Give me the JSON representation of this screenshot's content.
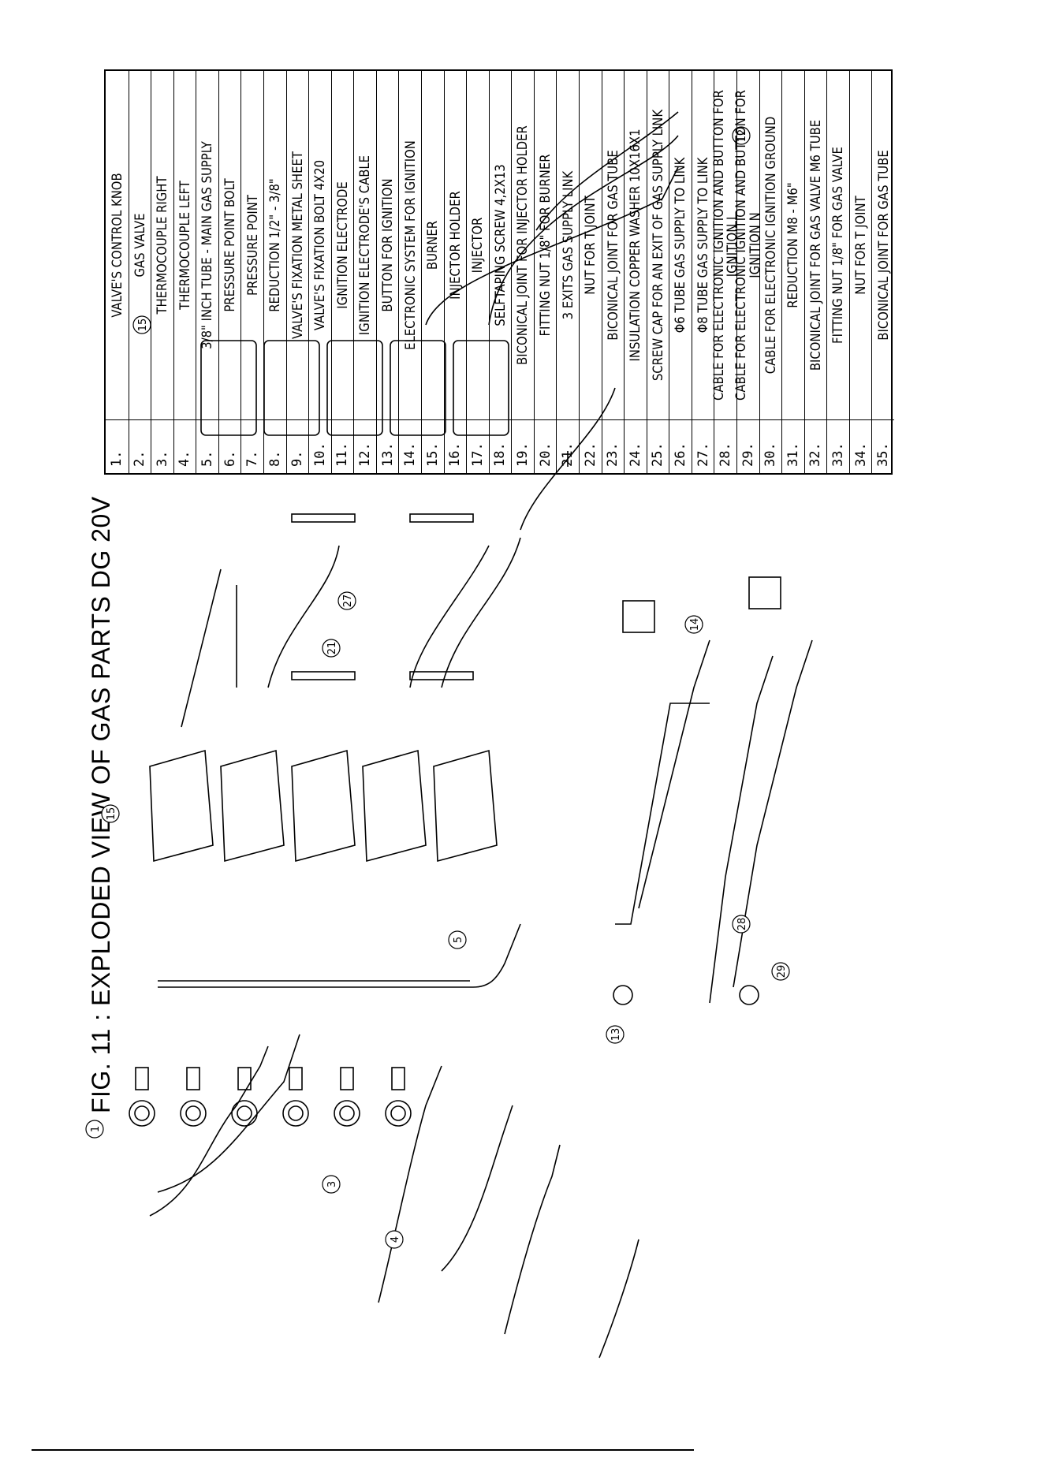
{
  "figure": {
    "title": "FIG. 11 : EXPLODED VIEW OF GAS PARTS DG 20V"
  },
  "parts": [
    {
      "num": "1.",
      "desc": "VALVE'S CONTROL KNOB"
    },
    {
      "num": "2.",
      "desc": "GAS VALVE"
    },
    {
      "num": "3.",
      "desc": "THERMOCOUPLE RIGHT"
    },
    {
      "num": "4.",
      "desc": "THERMOCOUPLE LEFT"
    },
    {
      "num": "5.",
      "desc": "3/8\" INCH TUBE - MAIN GAS SUPPLY"
    },
    {
      "num": "6.",
      "desc": "PRESSURE POINT BOLT"
    },
    {
      "num": "7.",
      "desc": "PRESSURE POINT"
    },
    {
      "num": "8.",
      "desc": "REDUCTION 1/2\" - 3/8\""
    },
    {
      "num": "9.",
      "desc": "VALVE'S FIXATION METAL SHEET"
    },
    {
      "num": "10.",
      "desc": "VALVE'S FIXATION BOLT 4X20"
    },
    {
      "num": "11.",
      "desc": "IGNITION ELECTRODE"
    },
    {
      "num": "12.",
      "desc": "IGNITION ELECTRODE'S CABLE"
    },
    {
      "num": "13.",
      "desc": "BUTTON FOR IGNITION"
    },
    {
      "num": "14.",
      "desc": "ELECTRONIC SYSTEM FOR IGNITION"
    },
    {
      "num": "15.",
      "desc": "BURNER"
    },
    {
      "num": "16.",
      "desc": "INJECTOR HOLDER"
    },
    {
      "num": "17.",
      "desc": "INJECTOR"
    },
    {
      "num": "18.",
      "desc": "SELFTAPING SCREW 4,2X13"
    },
    {
      "num": "19.",
      "desc": "BICONICAL JOINT FOR INJECTOR HOLDER"
    },
    {
      "num": "20.",
      "desc": "FITTING NUT 1/8\" FOR BURNER"
    },
    {
      "num": "21.",
      "desc": "3 EXITS GAS SUPPLY LINK"
    },
    {
      "num": "22.",
      "desc": "NUT FOR T JOINT"
    },
    {
      "num": "23.",
      "desc": "BICONICAL JOINT FOR GAS TUBE"
    },
    {
      "num": "24.",
      "desc": "INSULATION COPPER WASHER 10X16X1"
    },
    {
      "num": "25.",
      "desc": "SCREW CAP FOR AN EXIT OF GAS SUPPLY LINK"
    },
    {
      "num": "26.",
      "desc": "Φ6 TUBE GAS SUPPLY TO LINK"
    },
    {
      "num": "27.",
      "desc": "Φ8 TUBE GAS SUPPLY TO LINK"
    },
    {
      "num": "28.",
      "desc": "CABLE FOR ELECTRONIC IGNITION AND BUTTON FOR IGNITION L"
    },
    {
      "num": "29.",
      "desc": "CABLE FOR ELECTRONIC IGNITION AND BUTTON FOR IGNITION N"
    },
    {
      "num": "30.",
      "desc": "CABLE FOR ELECTRONIC IGNITION GROUND"
    },
    {
      "num": "31.",
      "desc": "REDUCTION M8 - M6\""
    },
    {
      "num": "32.",
      "desc": "BICONICAL JOINT FOR GAS VALVE M6 TUBE"
    },
    {
      "num": "33.",
      "desc": "FITTING NUT 1/8\" FOR GAS VALVE"
    },
    {
      "num": "34.",
      "desc": "NUT FOR T JOINT"
    },
    {
      "num": "35.",
      "desc": "BICONICAL JOINT FOR GAS TUBE"
    }
  ]
}
